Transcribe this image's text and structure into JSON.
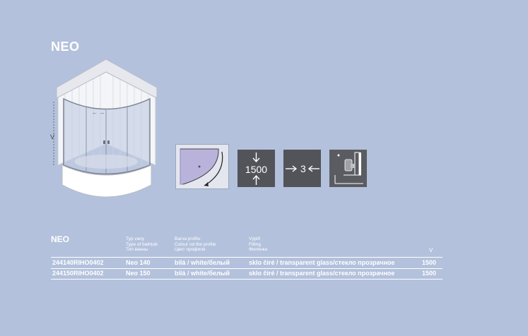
{
  "title": "NEO",
  "render": {
    "dimension_label": "V"
  },
  "icons": {
    "height_value": "1500",
    "filling_value": "3"
  },
  "table": {
    "name": "NEO",
    "headers": [
      {
        "lines": [
          "Typ vany",
          "Type of bathtub",
          "Тип ванны"
        ]
      },
      {
        "lines": [
          "Barva profilu",
          "Colour od the profile",
          "Цвет профиля"
        ]
      },
      {
        "lines": [
          "Výplň",
          "Filling",
          "Филенка"
        ]
      }
    ],
    "v_header": "V",
    "rows": [
      {
        "code": "244140RIHO0402",
        "type": "Neo 140",
        "colour": "bílá / white/белый",
        "filling": "sklo čiré / transparent glass/стекло прозрачное",
        "v": "1500"
      },
      {
        "code": "244150RIHO0402",
        "type": "Neo 150",
        "colour": "bílá / white/белый",
        "filling": "sklo čiré / transparent glass/стекло прозрачное",
        "v": "1500"
      }
    ]
  }
}
